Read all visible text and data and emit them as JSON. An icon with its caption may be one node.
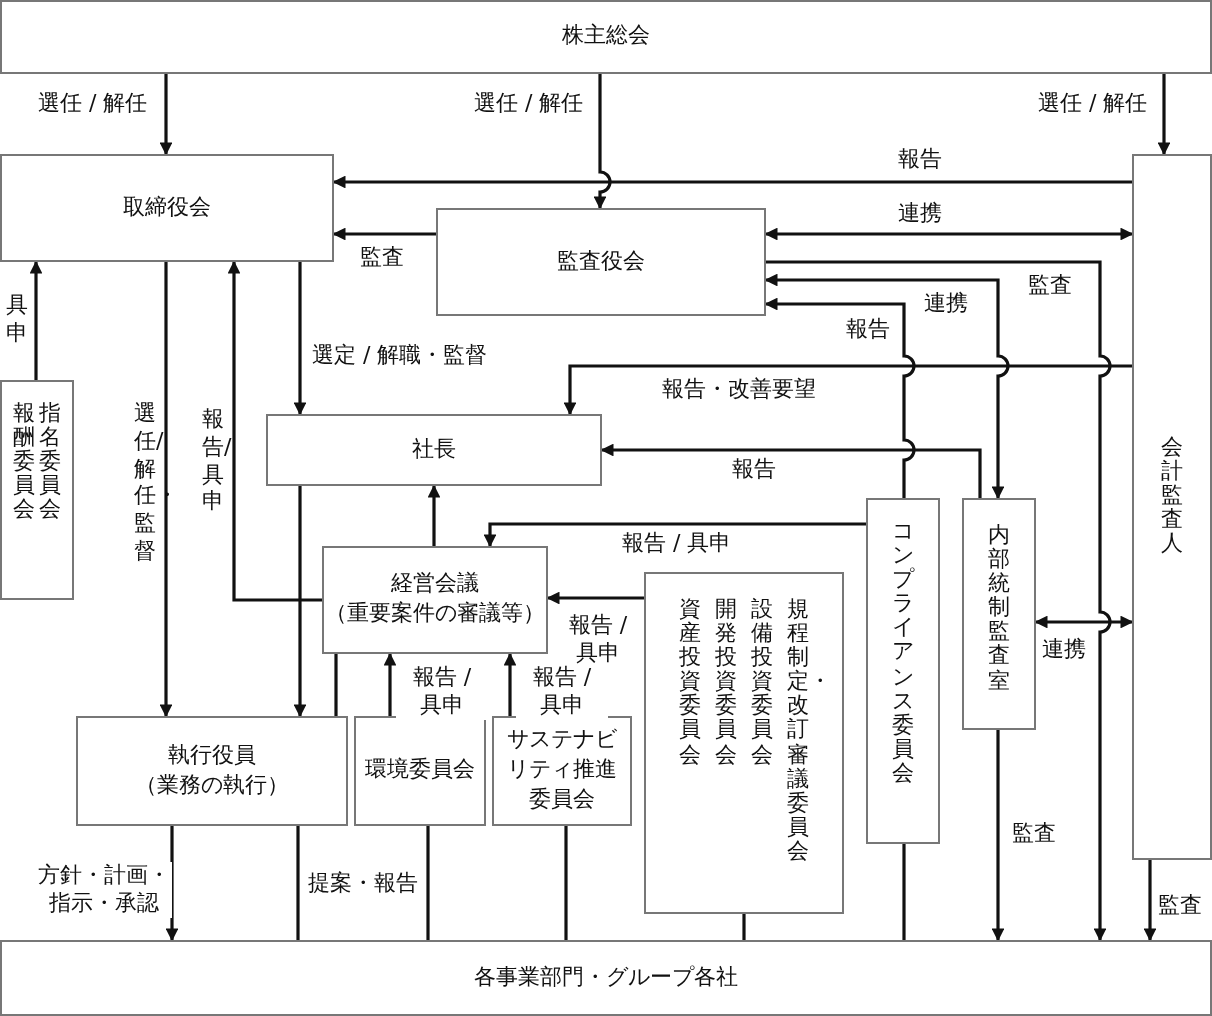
{
  "diagram": {
    "nodes": [
      {
        "text": [
          "株主総会"
        ]
      },
      {
        "text": [
          "取締役会"
        ]
      },
      {
        "text": [
          "監査役会"
        ]
      },
      {
        "text": [
          "会計監査人"
        ]
      },
      {
        "text": [
          "報酬委員会",
          "指名委員会"
        ]
      },
      {
        "text": [
          "社長"
        ]
      },
      {
        "text": [
          "経営会議",
          "（重要案件の審議等）"
        ]
      },
      {
        "text": [
          "資産投資委員会",
          "開発投資委員会",
          "設備投資委員会",
          "規程制定・改訂審議委員会"
        ]
      },
      {
        "text": [
          "コンプライアンス委員会"
        ]
      },
      {
        "text": [
          "内部統制監査室"
        ]
      },
      {
        "text": [
          "執行役員",
          "（業務の執行）"
        ]
      },
      {
        "text": [
          "環境委員会"
        ]
      },
      {
        "text": [
          "サステナビリティ推進委員会"
        ]
      },
      {
        "text": [
          "各事業部門・グループ各社"
        ]
      }
    ],
    "edges": [
      {
        "from": 0,
        "to": 1,
        "arrow": "to",
        "label": "選任 / 解任"
      },
      {
        "from": 0,
        "to": 2,
        "arrow": "to",
        "label": "選任 / 解任"
      },
      {
        "from": 0,
        "to": 3,
        "arrow": "to",
        "label": "選任 / 解任"
      },
      {
        "from": 3,
        "to": 1,
        "arrow": "to",
        "label": "報告"
      },
      {
        "from": 2,
        "to": 3,
        "arrow": "both",
        "label": "連携"
      },
      {
        "from": 2,
        "to": 1,
        "arrow": "to",
        "label": "監査"
      },
      {
        "from": 2,
        "to": 13,
        "arrow": "to",
        "label": "監査"
      },
      {
        "from": 9,
        "to": 2,
        "arrow": "both",
        "label": "連携"
      },
      {
        "from": 8,
        "to": 2,
        "arrow": "to",
        "label": "報告"
      },
      {
        "from": 3,
        "to": 5,
        "arrow": "to",
        "label": "報告・改善要望"
      },
      {
        "from": 9,
        "to": 5,
        "arrow": "to",
        "label": "報告"
      },
      {
        "from": 8,
        "to": 6,
        "arrow": "to",
        "label": "報告 / 具申"
      },
      {
        "from": 7,
        "to": 6,
        "arrow": "to",
        "label": "報告 / 具申"
      },
      {
        "from": 11,
        "to": 6,
        "arrow": "to",
        "label": "報告 / 具申"
      },
      {
        "from": 12,
        "to": 6,
        "arrow": "to",
        "label": "報告 / 具申"
      },
      {
        "from": 6,
        "to": 5,
        "arrow": "to"
      },
      {
        "from": 5,
        "to": 10,
        "arrow": "to"
      },
      {
        "from": 1,
        "to": 5,
        "arrow": "to",
        "label": "選定 / 解職・監督"
      },
      {
        "from": 1,
        "to": 10,
        "arrow": "to",
        "label": "選任/解任・監督"
      },
      {
        "from": 6,
        "to": 1,
        "arrow": "to",
        "label": "報告/具申"
      },
      {
        "from": 4,
        "to": 1,
        "arrow": "to",
        "label": "具申"
      },
      {
        "from": 10,
        "to": 13,
        "arrow": "to",
        "label": "方針・計画・指示・承認"
      },
      {
        "from": 10,
        "to": 13,
        "arrow": "none",
        "label": "提案・報告"
      },
      {
        "from": 6,
        "to": 10,
        "arrow": "none"
      },
      {
        "from": 11,
        "to": 13,
        "arrow": "none"
      },
      {
        "from": 12,
        "to": 13,
        "arrow": "none"
      },
      {
        "from": 7,
        "to": 13,
        "arrow": "none"
      },
      {
        "from": 8,
        "to": 13,
        "arrow": "none"
      },
      {
        "from": 9,
        "to": 13,
        "arrow": "to",
        "label": "監査"
      },
      {
        "from": 3,
        "to": 13,
        "arrow": "to",
        "label": "監査"
      },
      {
        "from": 9,
        "to": 3,
        "arrow": "both",
        "label": "連携"
      }
    ]
  }
}
